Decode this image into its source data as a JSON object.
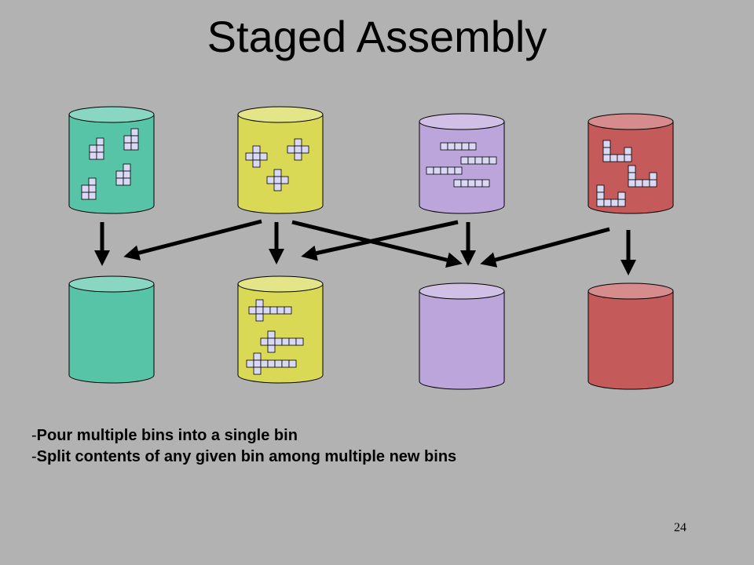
{
  "title": "Staged Assembly",
  "colors": {
    "background": "#b2b2b2",
    "teal_bin": "#57c4a8",
    "yellow_bin": "#d9d956",
    "purple_bin": "#bca5da",
    "red_bin": "#c45a5a",
    "tile_fill": "#d9d9f5",
    "arrow": "#000000"
  },
  "bins": {
    "top": [
      {
        "name": "teal-bin",
        "color": "teal_bin"
      },
      {
        "name": "yellow-bin",
        "color": "yellow_bin"
      },
      {
        "name": "purple-bin",
        "color": "purple_bin"
      },
      {
        "name": "red-bin",
        "color": "red_bin"
      }
    ],
    "bottom": [
      {
        "name": "teal-bin",
        "color": "teal_bin"
      },
      {
        "name": "yellow-bin",
        "color": "yellow_bin"
      },
      {
        "name": "purple-bin",
        "color": "purple_bin"
      },
      {
        "name": "red-bin",
        "color": "red_bin"
      }
    ]
  },
  "flows": [
    {
      "from": "top.teal-bin",
      "to": "bottom.teal-bin"
    },
    {
      "from": "top.yellow-bin",
      "to": "bottom.teal-bin"
    },
    {
      "from": "top.yellow-bin",
      "to": "bottom.yellow-bin"
    },
    {
      "from": "top.yellow-bin",
      "to": "bottom.purple-bin"
    },
    {
      "from": "top.purple-bin",
      "to": "bottom.yellow-bin"
    },
    {
      "from": "top.purple-bin",
      "to": "bottom.purple-bin"
    },
    {
      "from": "top.red-bin",
      "to": "bottom.purple-bin"
    },
    {
      "from": "top.red-bin",
      "to": "bottom.red-bin"
    }
  ],
  "bullets": [
    {
      "dash": "-",
      "text": "Pour multiple bins into a single bin"
    },
    {
      "dash": "-",
      "text": "Split contents of any given bin among multiple new bins"
    }
  ],
  "page_number": "24"
}
